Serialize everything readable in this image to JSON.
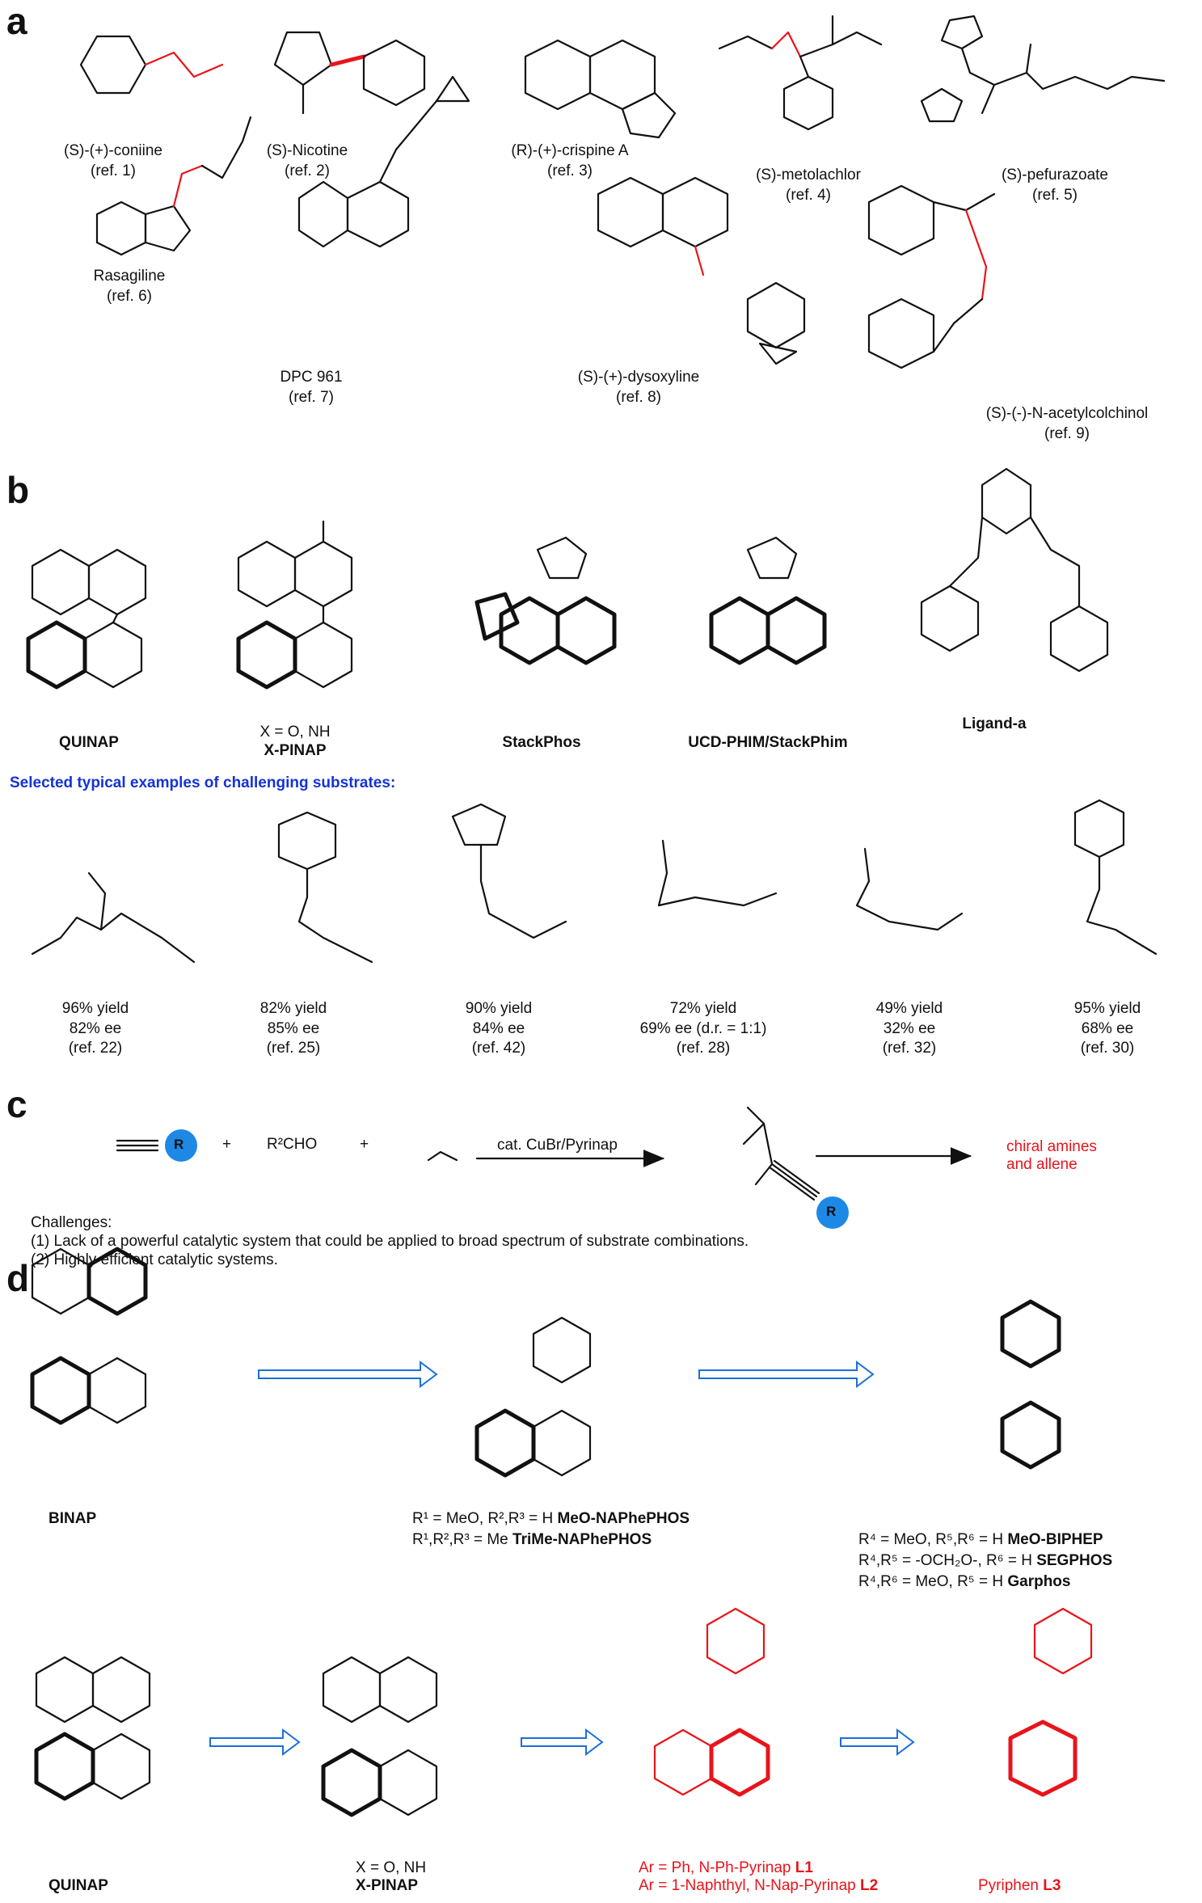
{
  "panels": {
    "a": "a",
    "b": "b",
    "c": "c",
    "d": "d"
  },
  "section_a": {
    "compounds": [
      {
        "name": "(S)-(+)-coniine",
        "ref": "(ref. 1)"
      },
      {
        "name": "(S)-Nicotine",
        "ref": "(ref. 2)"
      },
      {
        "name": "(R)-(+)-crispine A",
        "ref": "(ref. 3)"
      },
      {
        "name": "(S)-metolachlor",
        "ref": "(ref. 4)"
      },
      {
        "name": "(S)-pefurazoate",
        "ref": "(ref. 5)"
      },
      {
        "name": "Rasagiline",
        "ref": "(ref. 6)"
      },
      {
        "name": "DPC 961",
        "ref": "(ref. 7)"
      },
      {
        "name": "(S)-(+)-dysoxyline",
        "ref": "(ref. 8)"
      },
      {
        "name": "(S)-(-)-N-acetylcolchinol",
        "ref": "(ref. 9)"
      }
    ]
  },
  "section_b": {
    "ligands": [
      "QUINAP",
      "X-PINAP",
      "StackPhos",
      "UCD-PHIM/StackPhim",
      "Ligand-a"
    ],
    "xpinap_note": "X = O, NH",
    "subheading": "Selected typical examples of challenging substrates:",
    "examples": [
      {
        "yield": "96% yield",
        "ee": "82% ee",
        "ref": "(ref. 22)"
      },
      {
        "yield": "82% yield",
        "ee": "85% ee",
        "ref": "(ref. 25)"
      },
      {
        "yield": "90% yield",
        "ee": "84% ee",
        "ref": "(ref. 42)"
      },
      {
        "yield": "72% yield",
        "ee": "69% ee (d.r. = 1:1)",
        "ref": "(ref. 28)"
      },
      {
        "yield": "49% yield",
        "ee": "32% ee",
        "ref": "(ref. 32)"
      },
      {
        "yield": "95% yield",
        "ee": "68% ee",
        "ref": "(ref. 30)"
      }
    ]
  },
  "section_c": {
    "plus": "+",
    "aldehyde": "R²CHO",
    "catalyst": "cat. CuBr/Pyrinap",
    "product_text": "chiral amines and allene",
    "product_line1": "chiral amines",
    "product_line2": "and allene",
    "challenges_title": "Challenges:",
    "challenge_1": "(1) Lack of a powerful catalytic system that could be applied to broad spectrum of substrate combinations.",
    "challenge_2": "(2) Highly efficient catalytic systems."
  },
  "section_d": {
    "binap": "BINAP",
    "naphephos_1_prefix": "R¹ = MeO, R²,R³ = H",
    "naphephos_1_name": "MeO-NAPhePHOS",
    "naphephos_2_prefix": "R¹,R²,R³ = Me",
    "naphephos_2_name": "TriMe-NAPhePHOS",
    "biphep_prefix": "R⁴ = MeO, R⁵,R⁶ = H",
    "biphep_name": "MeO-BIPHEP",
    "segphos_prefix": "R⁴,R⁵ = -OCH₂O-, R⁶ = H",
    "segphos_name": "SEGPHOS",
    "garphos_prefix": "R⁴,R⁶ = MeO, R⁵ = H",
    "garphos_name": "Garphos",
    "quinap": "QUINAP",
    "xpinap_note": "X = O, NH",
    "xpinap": "X-PINAP",
    "l1_prefix": "Ar = Ph, N-Ph-Pyrinap",
    "l1_name": "L1",
    "l2_prefix": "Ar = 1-Naphthyl, N-Nap-Pyrinap",
    "l2_name": "L2",
    "l3_prefix": "Pyriphen",
    "l3_name": "L3"
  },
  "colors": {
    "red": "#e8141b",
    "blue": "#1533d6",
    "arrow": "#1a6fd8",
    "r_circle": "#1e88e5"
  }
}
